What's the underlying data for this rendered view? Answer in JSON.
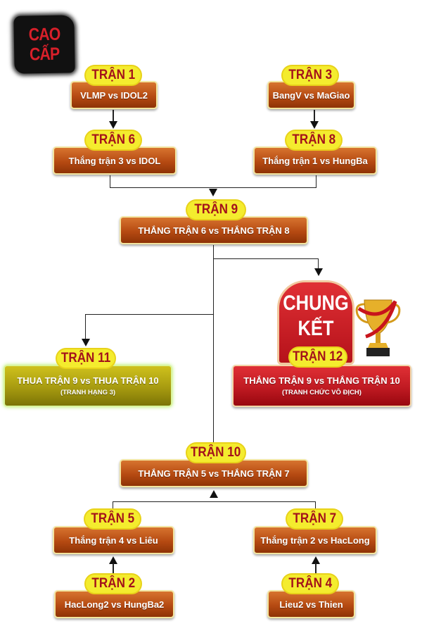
{
  "logo": {
    "line1": "CAO",
    "line2": "CẤP"
  },
  "matches": {
    "m1": {
      "label": "TRẬN 1",
      "teams": "VLMP vs IDOL2"
    },
    "m3": {
      "label": "TRẬN 3",
      "teams": "BangV vs MaGiao"
    },
    "m6": {
      "label": "TRẬN 6",
      "teams": "Thắng trận 3 vs IDOL"
    },
    "m8": {
      "label": "TRẬN 8",
      "teams": "Thắng trận 1 vs HungBa"
    },
    "m9": {
      "label": "TRẬN 9",
      "teams": "THẮNG TRẬN 6 vs THẮNG TRẬN 8"
    },
    "m11": {
      "label": "TRẬN 11",
      "teams": "THUA TRẬN 9 vs THUA TRẬN 10",
      "note": "(TRANH HẠNG 3)"
    },
    "m12": {
      "label": "TRẬN 12",
      "teams": "THẮNG TRẬN 9 vs THẮNG TRẬN 10",
      "note": "(TRANH CHỨC VÔ ĐỊCH)",
      "title1": "CHUNG",
      "title2": "KẾT"
    },
    "m10": {
      "label": "TRẬN 10",
      "teams": "THẮNG TRẬN 5 vs THẮNG TRẬN 7"
    },
    "m5": {
      "label": "TRẬN 5",
      "teams": "Thắng trận 4 vs Liêu"
    },
    "m7": {
      "label": "TRẬN 7",
      "teams": "Thắng trận 2 vs HacLong"
    },
    "m2": {
      "label": "TRẬN 2",
      "teams": "HacLong2 vs HungBa2"
    },
    "m4": {
      "label": "TRẬN 4",
      "teams": "Lieu2 vs Thien"
    }
  }
}
